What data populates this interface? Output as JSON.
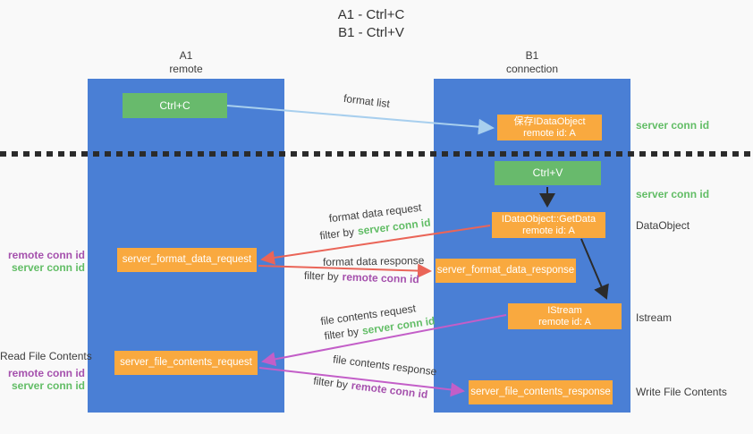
{
  "title": {
    "line1": "A1 - Ctrl+C",
    "line2": "B1 - Ctrl+V"
  },
  "lanes": {
    "left": {
      "id": "A1",
      "subtitle": "remote"
    },
    "right": {
      "id": "B1",
      "subtitle": "connection"
    }
  },
  "boxes": {
    "ctrl_c": {
      "label": "Ctrl+C"
    },
    "ctrl_v": {
      "label": "Ctrl+V"
    },
    "save_idataobject": {
      "line1": "保存IDataObject",
      "line2": "remote id: A"
    },
    "getdata": {
      "line1": "IDataObject::GetData",
      "line2": "remote id: A"
    },
    "istream": {
      "line1": "IStream",
      "line2": "remote id: A"
    },
    "format_request": {
      "label": "server_format_data_request"
    },
    "format_response": {
      "label": "server_format_data_response"
    },
    "file_request": {
      "label": "server_file_contents_request"
    },
    "file_response": {
      "label": "server_file_contents_response"
    }
  },
  "flow_labels": {
    "format_list": "format list",
    "format_data_request": "format data request",
    "format_data_response": "format data response",
    "file_contents_request": "file contents request",
    "file_contents_response": "file contents response",
    "filter_by": "filter by",
    "server_conn_id": "server conn id",
    "remote_conn_id": "remote conn id"
  },
  "side_labels": {
    "left_mid": {
      "remote": "remote conn id",
      "server": "server conn id"
    },
    "left_bottom": {
      "title": "Read File Contents",
      "remote": "remote conn id",
      "server": "server conn id"
    },
    "right_top_server_conn": "server conn id",
    "right_ctrlv_server_conn": "server conn id",
    "dataobject": "DataObject",
    "istream": "Istream",
    "write_file": "Write File Contents"
  },
  "colors": {
    "lane_blue": "#4a7fd5",
    "box_green": "#68ba6c",
    "box_orange": "#f9a93f",
    "arrow_red": "#ea6558",
    "arrow_magenta": "#c35ec8",
    "arrow_light_blue": "#a8cfee",
    "arrow_black": "#2b2b2b",
    "label_green": "#62bd66",
    "label_purple": "#a551ad"
  }
}
